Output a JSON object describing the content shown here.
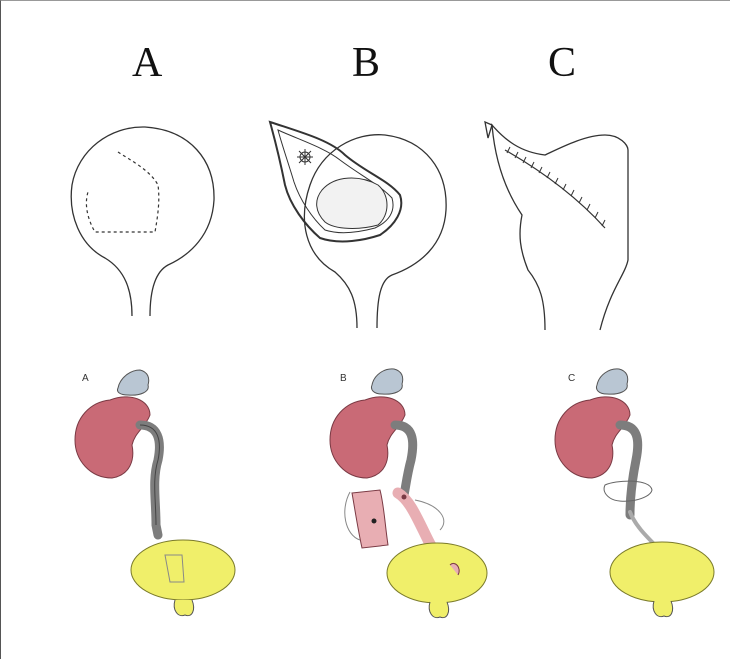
{
  "panels": {
    "top_labels": [
      "A",
      "B",
      "C"
    ],
    "bottom_labels": [
      "A",
      "B",
      "C"
    ]
  },
  "colors": {
    "kidney": "#c96a76",
    "ureter": "#7d7d7d",
    "adrenal": "#b9c6d3",
    "bladder": "#f0ef6a",
    "graft": "#e8aeb3",
    "line": "#333333"
  }
}
